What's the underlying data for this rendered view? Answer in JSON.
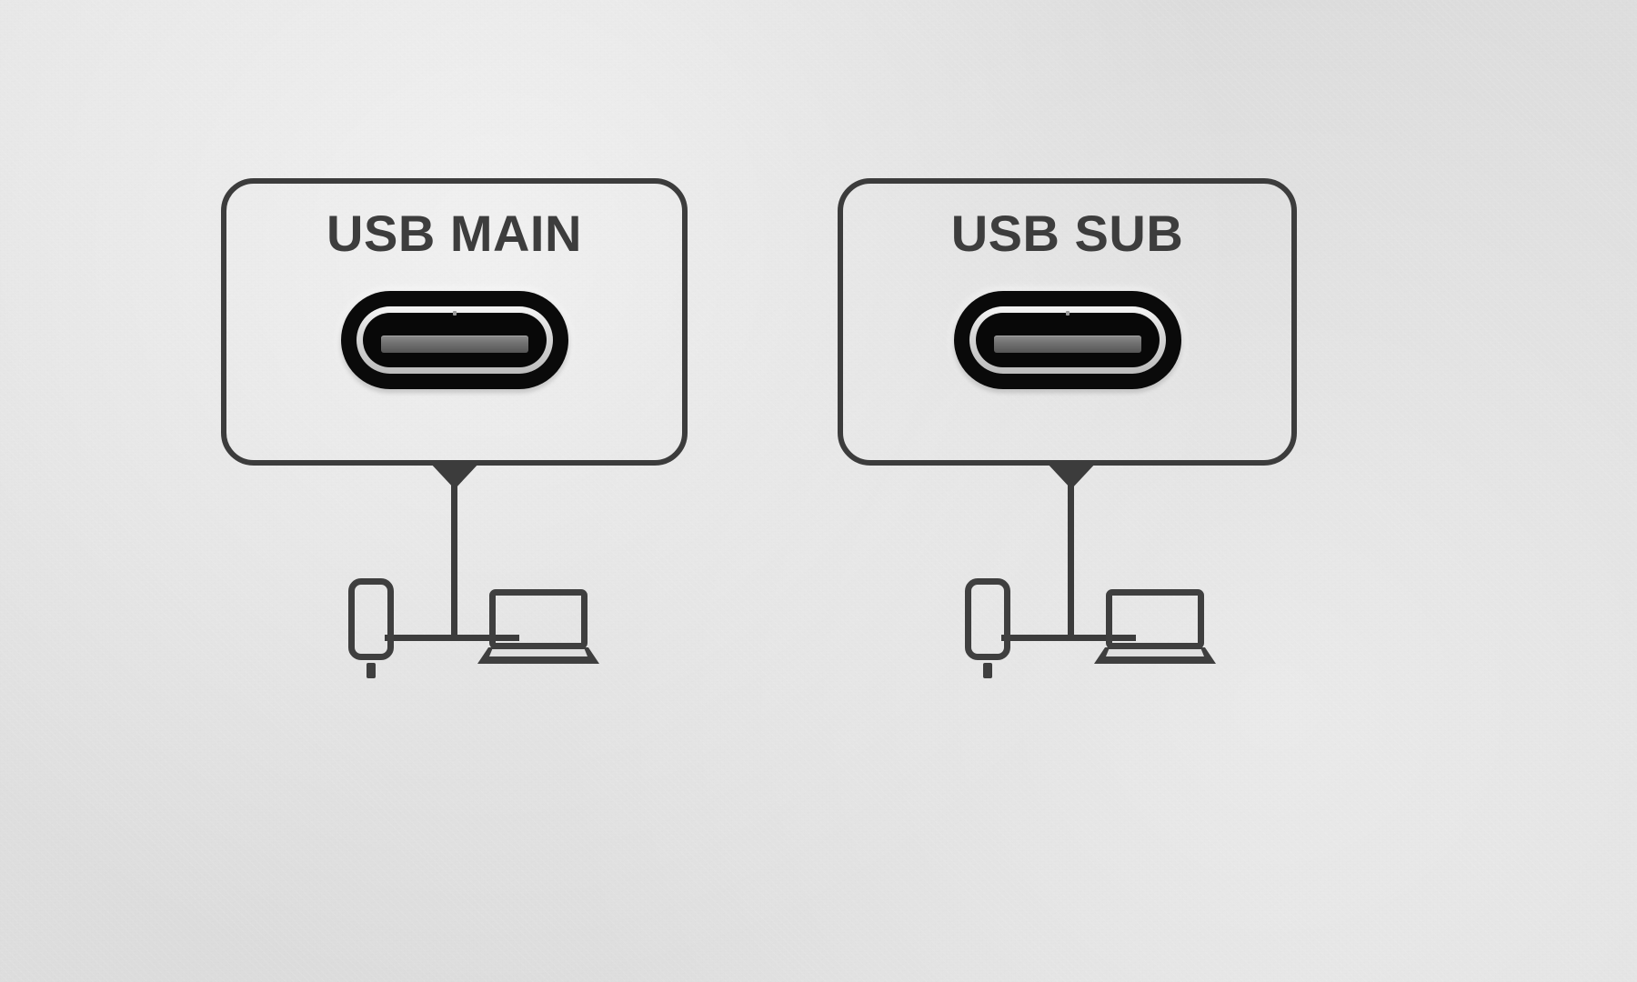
{
  "scene": {
    "background_color": "#dfdfdf",
    "stroke_color": "#3c3c3c",
    "port_body_color": "#0a0a0a",
    "port_ring_color": "#d8d8d8",
    "port_tongue_color": "#6e6e6e",
    "description": "Two labeled USB Type-C port callouts with connection diagrams to a phone and a laptop"
  },
  "ports": [
    {
      "id": "usb-main",
      "label": "USB MAIN",
      "connector_type": "USB-C",
      "devices": [
        {
          "id": "phone",
          "icon": "smartphone-icon"
        },
        {
          "id": "laptop",
          "icon": "laptop-icon"
        }
      ]
    },
    {
      "id": "usb-sub",
      "label": "USB SUB",
      "connector_type": "USB-C",
      "devices": [
        {
          "id": "phone",
          "icon": "smartphone-icon"
        },
        {
          "id": "laptop",
          "icon": "laptop-icon"
        }
      ]
    }
  ]
}
